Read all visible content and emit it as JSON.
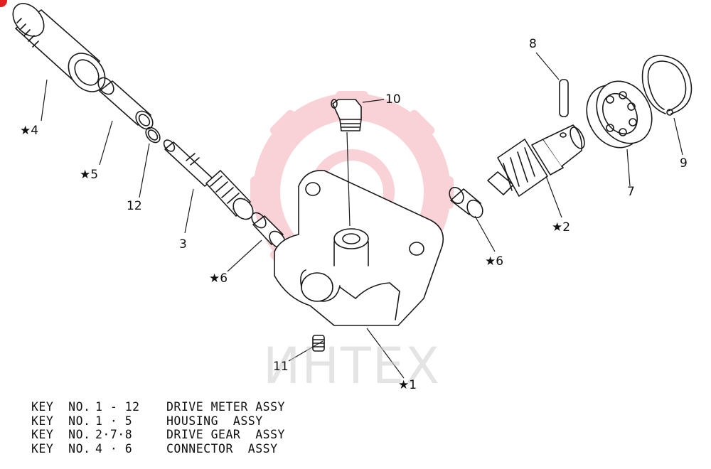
{
  "diagram": {
    "callouts": {
      "k1": "★1",
      "k2": "★2",
      "k3": "3",
      "k4": "★4",
      "k5": "★5",
      "k6a": "★6",
      "k6b": "★6",
      "k7": "7",
      "k8": "8",
      "k9": "9",
      "k10": "10",
      "k11": "11",
      "k12": "12"
    },
    "watermark_text": "ИНТЕХ",
    "colors": {
      "line": "#1a1a1a",
      "watermark": "#f0a0a8",
      "badge": "#e02020"
    }
  },
  "legend": [
    {
      "key": "KEY  NO.",
      "range": "1 - 12",
      "desc": "DRIVE METER ASSY"
    },
    {
      "key": "KEY  NO.",
      "range": "1 · 5",
      "desc": "HOUSING  ASSY"
    },
    {
      "key": "KEY  NO.",
      "range": "2·7·8",
      "desc": "DRIVE GEAR  ASSY"
    },
    {
      "key": "KEY  NO.",
      "range": "4 · 6",
      "desc": "CONNECTOR  ASSY"
    }
  ]
}
